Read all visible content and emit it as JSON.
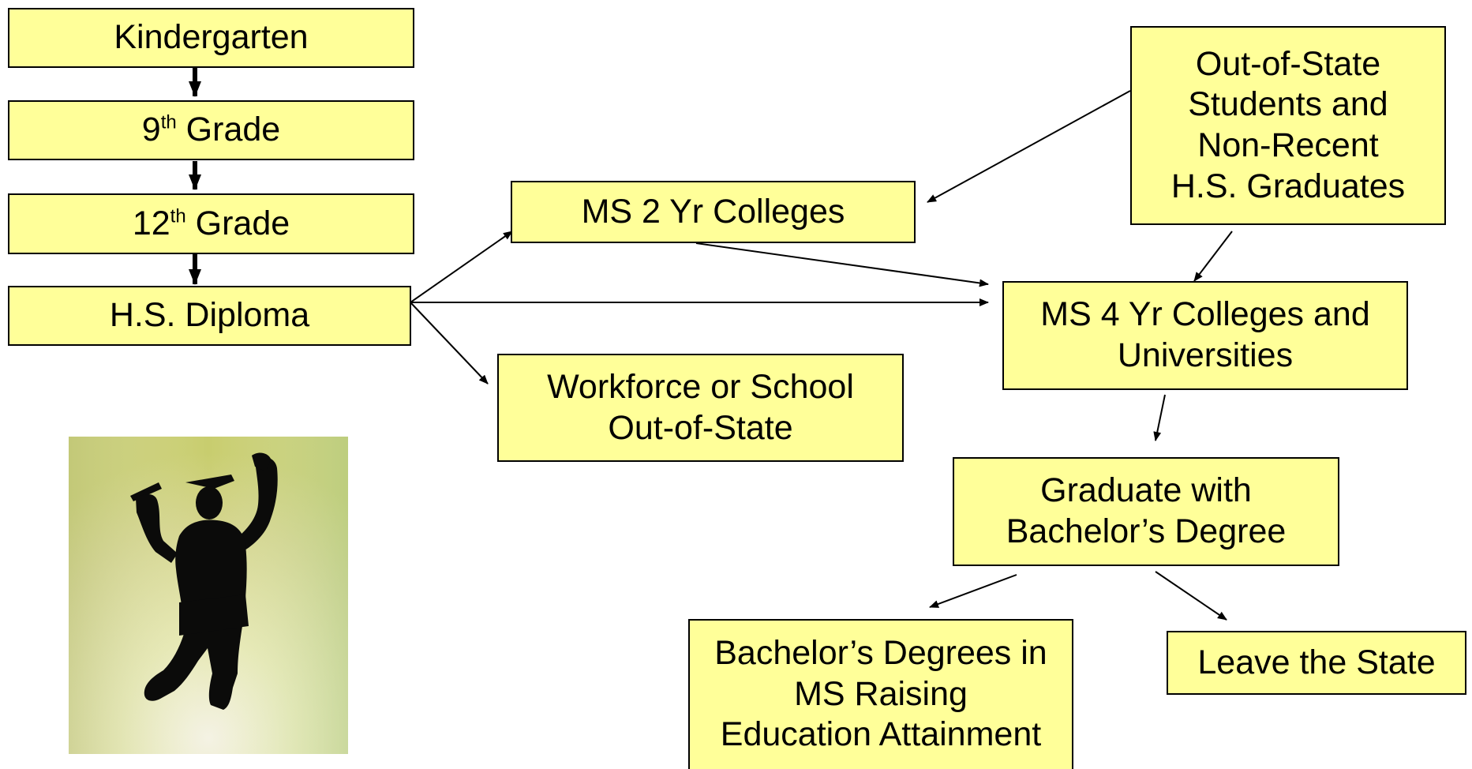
{
  "colors": {
    "box_fill": "#ffff99",
    "box_border": "#000000",
    "arrow": "#000000"
  },
  "nodes": {
    "kindergarten": "Kindergarten",
    "ninth_grade": {
      "num": "9",
      "sup": "th",
      "rest": " Grade"
    },
    "twelfth_grade": {
      "num": "12",
      "sup": "th",
      "rest": " Grade"
    },
    "hs_diploma": "H.S. Diploma",
    "ms_2yr": "MS 2 Yr Colleges",
    "workforce": [
      "Workforce or School",
      "Out-of-State"
    ],
    "out_of_state": [
      "Out-of-State",
      "Students and",
      "Non-Recent",
      "H.S. Graduates"
    ],
    "ms_4yr": [
      "MS 4 Yr Colleges and",
      "Universities"
    ],
    "graduate": [
      "Graduate with",
      "Bachelor’s Degree"
    ],
    "bachelors_ms": [
      "Bachelor’s Degrees in",
      "MS Raising",
      "Education Attainment"
    ],
    "leave_state": "Leave the State"
  },
  "image": {
    "icon": "graduate-jumping-silhouette"
  }
}
